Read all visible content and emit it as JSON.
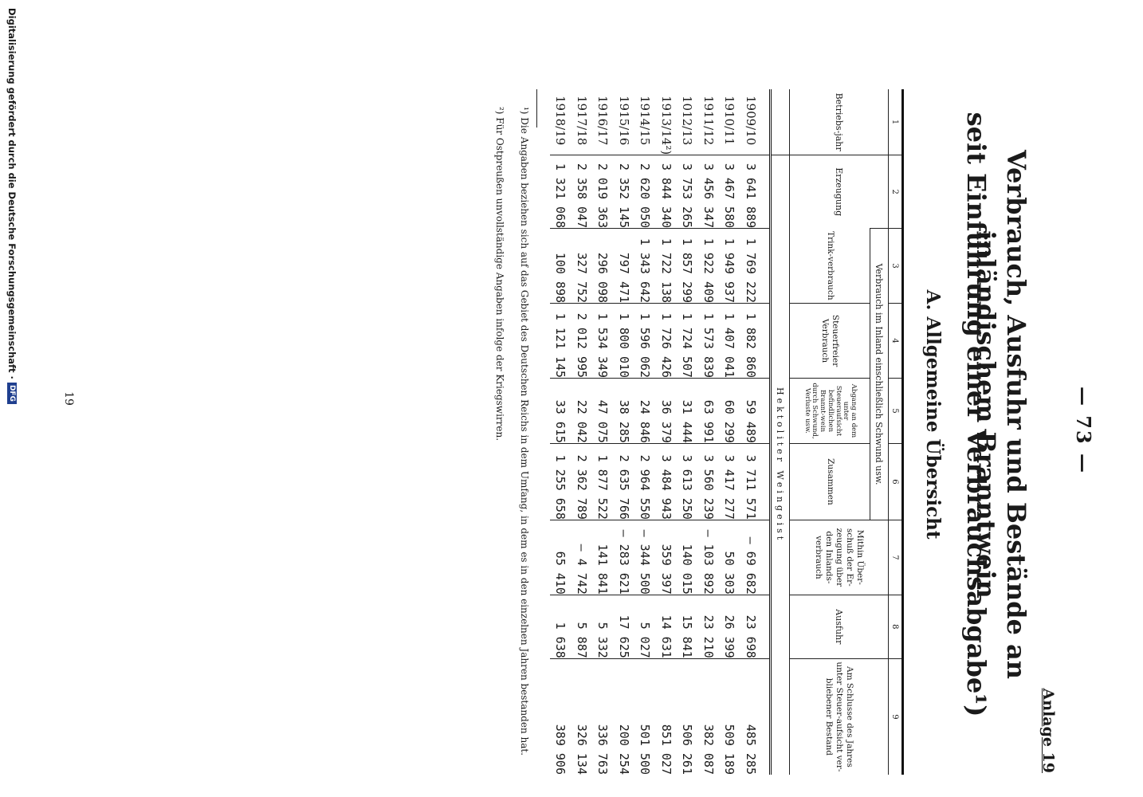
{
  "header": {
    "page_number": "— 73 —",
    "annex": "Anlage 19"
  },
  "title": {
    "line1": "Verbrauch, Ausfuhr und Bestände an inländischem Branntwein",
    "line2": "seit Einführung einer Verbrauchsabgabe¹)",
    "section": "A. Allgemeine Übersicht"
  },
  "table": {
    "column_numbers": [
      "1",
      "2",
      "3",
      "4",
      "5",
      "6",
      "7",
      "8",
      "9"
    ],
    "group_header": "Verbrauch im Inland einschließlich Schwund usw.",
    "labels": {
      "year": "Betriebs-jahr",
      "production": "Erzeugung",
      "drinking": "Trink-verbrauch",
      "tax_free": "Steuerfreier Verbrauch",
      "loss": "Abgang an dem unter Steueraufsicht befindlichen Brannt-wein durch Schwund, Verluste usw.",
      "total": "Zusammen",
      "surplus": "Mithin Über-schuß der Er-zeugung über den Inlands-verbrauch",
      "export": "Ausfuhr",
      "stock": "Am Schlusse des Jahres unter Steuer-aufsicht ver-bliebener Bestand"
    },
    "unit": "Hektoliter Weingeist",
    "rows": [
      [
        "1909/10",
        "3 641 889",
        "1 769 222",
        "1 882 860",
        "59 489",
        "3 711 571",
        "— 69 682",
        "23 698",
        "485 285"
      ],
      [
        "1910/11",
        "3 467 580",
        "1 949 937",
        "1 407 041",
        "60 299",
        "3 417 277",
        "50 303",
        "26 399",
        "509 189"
      ],
      [
        "1911/12",
        "3 456 347",
        "1 922 409",
        "1 573 839",
        "63 991",
        "3 560 239",
        "— 103 892",
        "23 210",
        "382 087"
      ],
      [
        "1012/13",
        "3 753 265",
        "1 857 299",
        "1 724 507",
        "31 444",
        "3 613 250",
        "140 015",
        "15 841",
        "506 261"
      ],
      [
        "1913/14²)",
        "3 844 340",
        "1 722 138",
        "1 726 426",
        "36 379",
        "3 484 943",
        "359 397",
        "14 631",
        "851 027"
      ],
      [
        "1914/15",
        "2 620 050",
        "1 343 642",
        "1 596 062",
        "24 846",
        "2 964 550",
        "— 344 500",
        "5 027",
        "501 500"
      ],
      [
        "1915/16",
        "2 352 145",
        "797 471",
        "1 800 010",
        "38 285",
        "2 635 766",
        "— 283 621",
        "17 625",
        "200 254"
      ],
      [
        "1916/17",
        "2 019 363",
        "296 098",
        "1 534 349",
        "47 075",
        "1 877 522",
        "141 841",
        "5 332",
        "336 763"
      ],
      [
        "1917/18",
        "2 358 047",
        "327 752",
        "2 012 995",
        "22 042",
        "2 362 789",
        "— 4 742",
        "5 887",
        "326 134"
      ],
      [
        "1918/19",
        "1 321 068",
        "100 898",
        "1 121 145",
        "33 615",
        "1 255 658",
        "65 410",
        "1 638",
        "389 906"
      ]
    ]
  },
  "footnotes": {
    "note1": "¹) Die Angaben beziehen sich auf das Gebiet des Deutschen Reichs in dem Umfang, in dem es in den einzelnen Jahren bestanden hat.",
    "note2": "²) Für Ostpreußen unvollständige Angaben infolge der Kriegswirren."
  },
  "folio": "19",
  "credit": {
    "text": "Digitalisierung gefördert durch die Deutsche Forschungsgemeinschaft ·",
    "logo": "DFG"
  },
  "colors": {
    "ink": "#1a1a1a",
    "paper": "#ffffff",
    "dfg_blue": "#1f3f8f"
  }
}
